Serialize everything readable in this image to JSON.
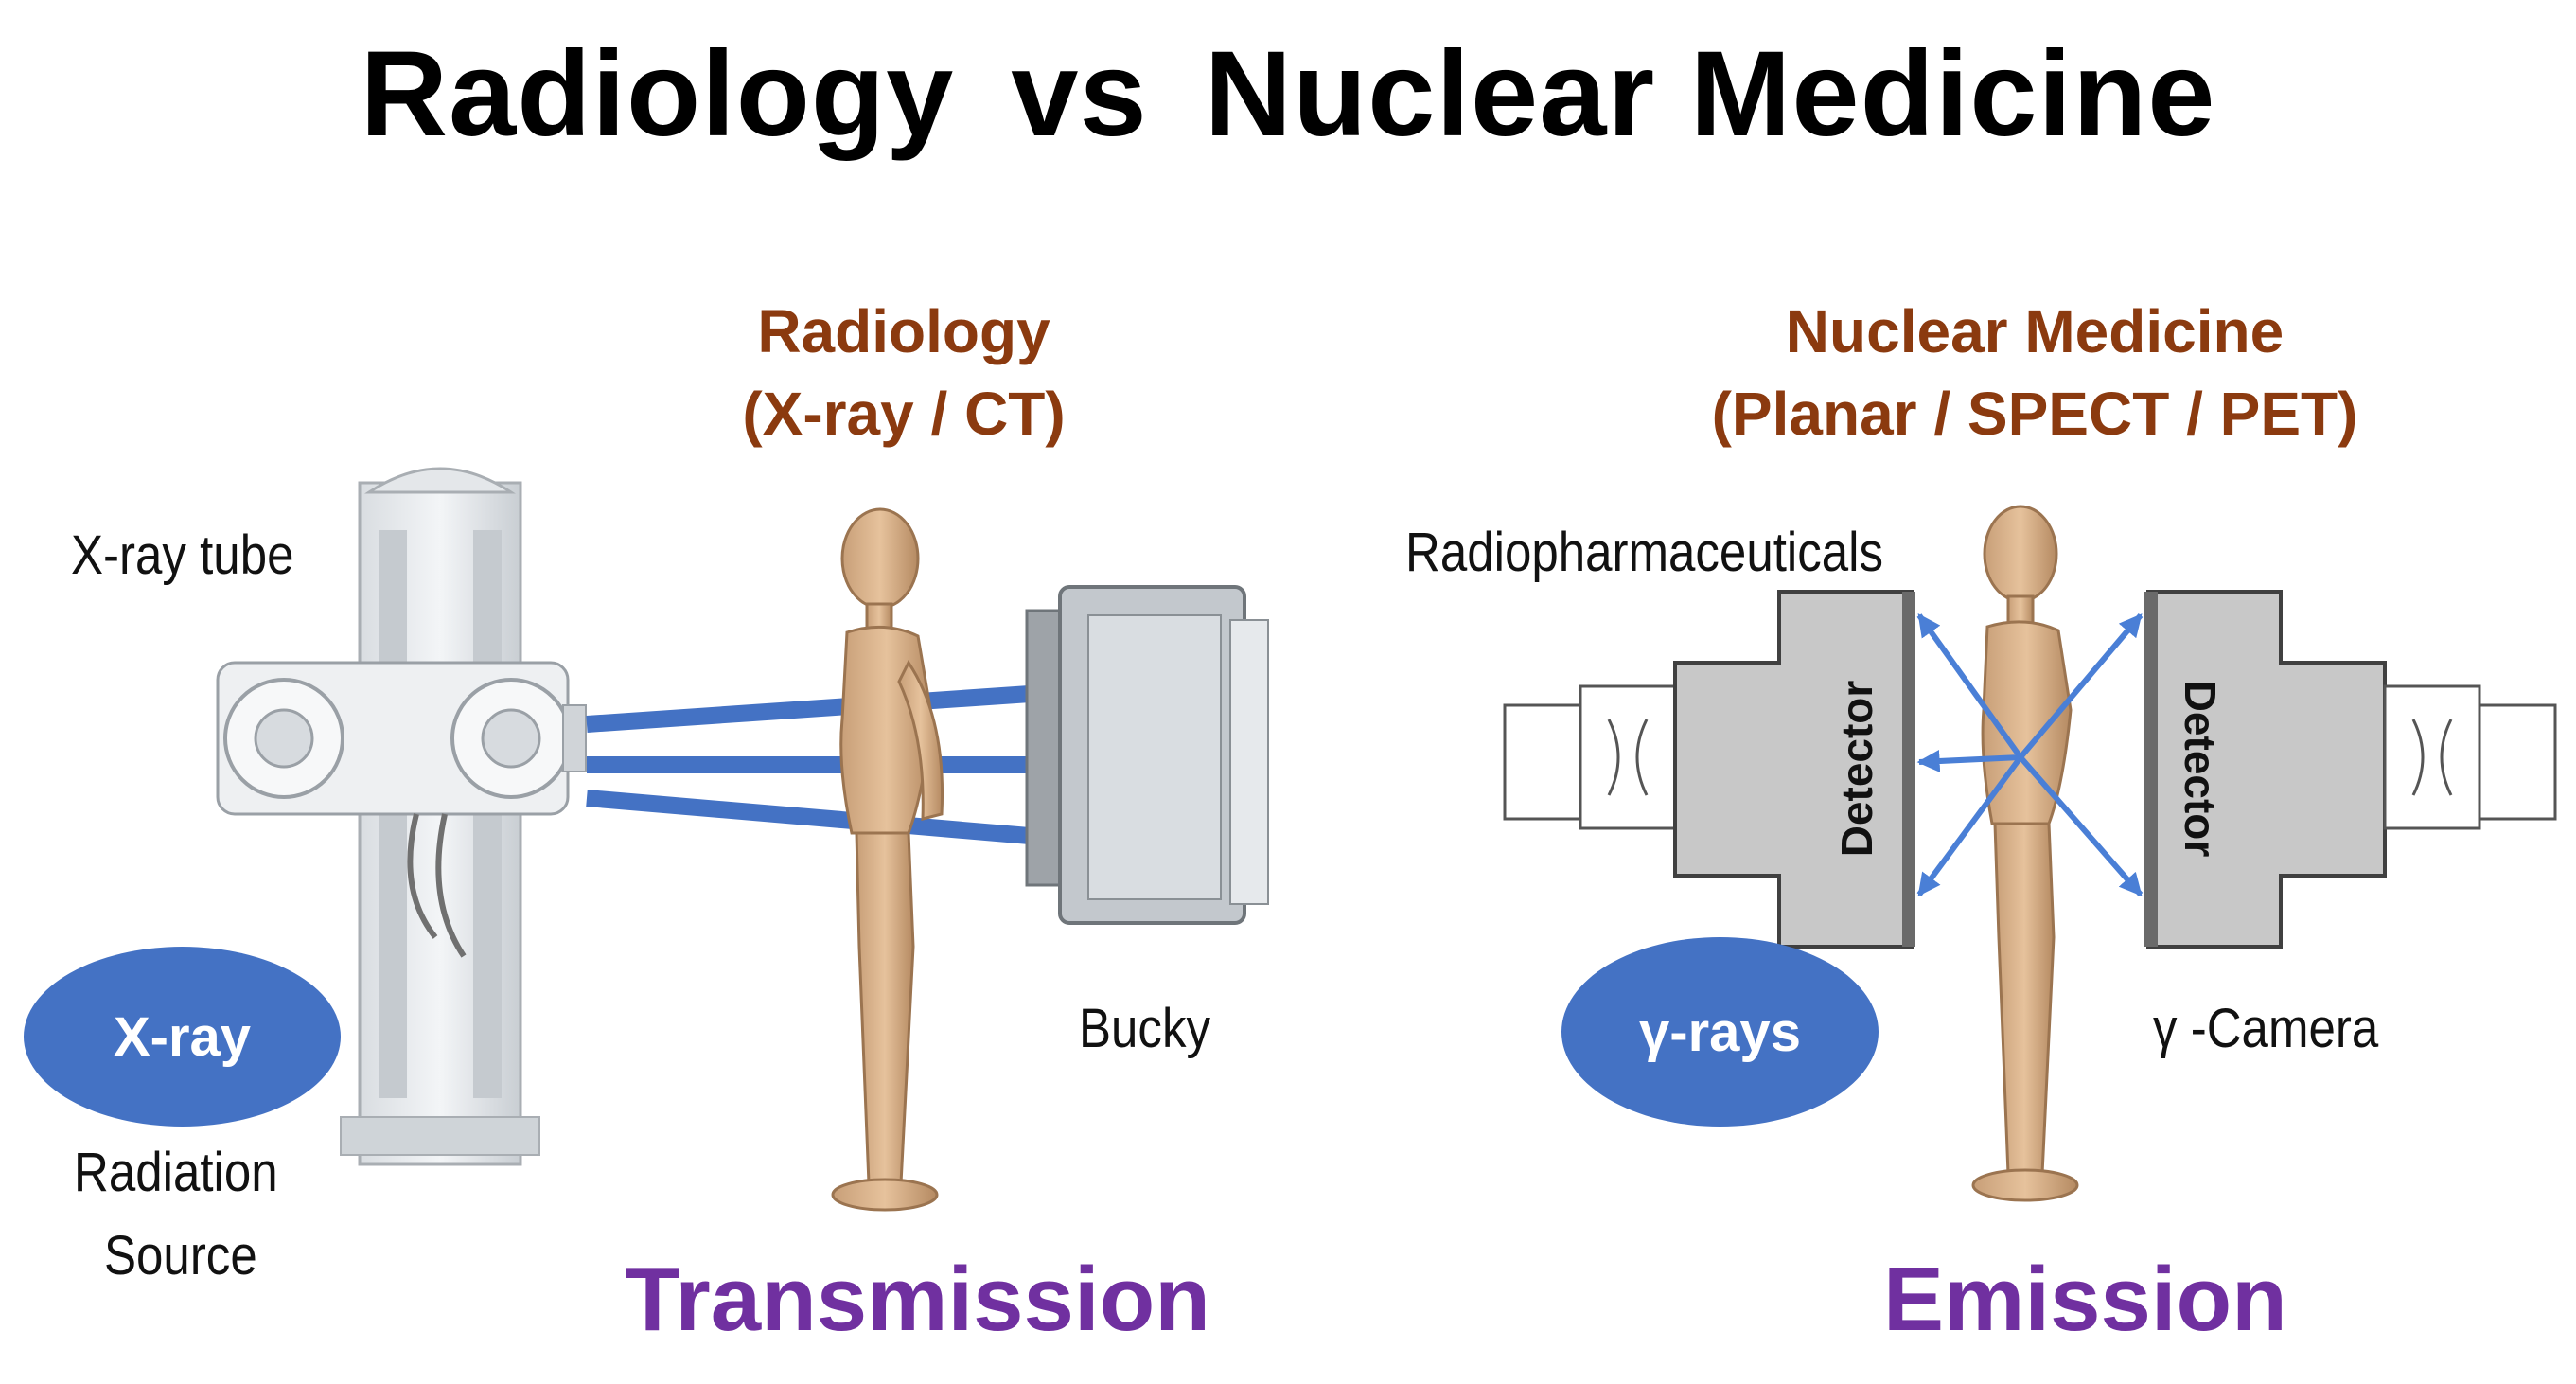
{
  "title": {
    "left": "Radiology",
    "mid": "vs",
    "right": "Nuclear Medicine"
  },
  "radiology": {
    "heading_line1": "Radiology",
    "heading_line2": "(X-ray / CT)",
    "xray_tube_label": "X-ray tube",
    "bucky_label": "Bucky",
    "source_badge": "X-ray",
    "source_caption_line1": "Radiation",
    "source_caption_line2": "Source",
    "mode": "Transmission"
  },
  "nuclear": {
    "heading_line1": "Nuclear Medicine",
    "heading_line2": "(Planar / SPECT / PET)",
    "radiopharm_label": "Radiopharmaceuticals",
    "detector_left": "Detector",
    "detector_right": "Detector",
    "source_badge": "γ-rays",
    "camera_label": "γ -Camera",
    "mode": "Emission"
  },
  "colors": {
    "heading": "#8b3a0f",
    "mode_text": "#7030a0",
    "beam": "#4472c4",
    "badge": "#4472c4",
    "detector": "#c8c8c8"
  }
}
